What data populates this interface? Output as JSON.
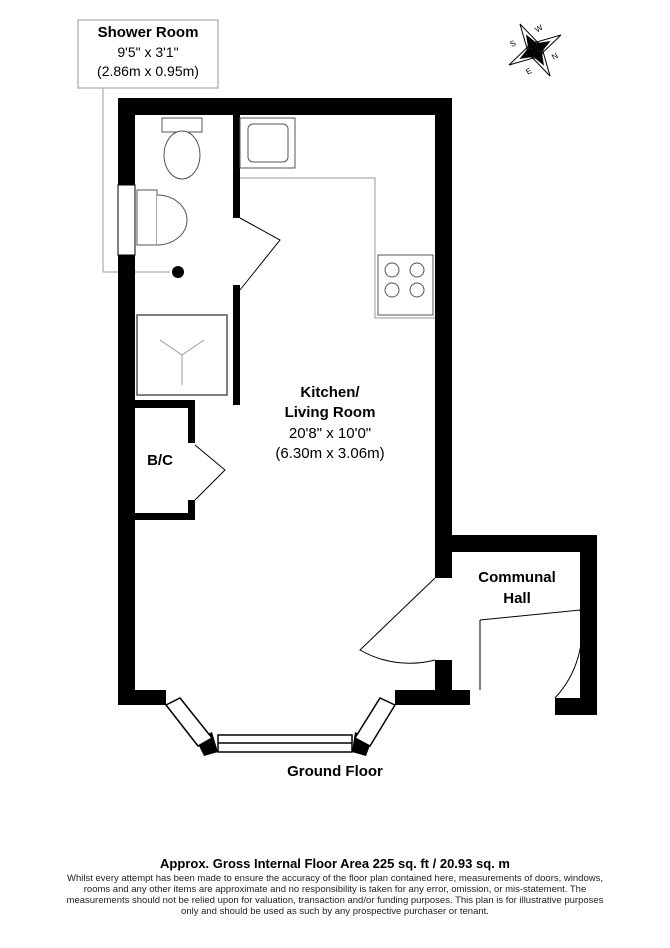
{
  "rooms": {
    "shower": {
      "name": "Shower Room",
      "imperial": "9'5\" x 3'1\"",
      "metric": "(2.86m x 0.95m)"
    },
    "kitchen": {
      "name_line1": "Kitchen/",
      "name_line2": "Living Room",
      "imperial": "20'8\" x 10'0\"",
      "metric": "(6.30m x 3.06m)"
    },
    "bc": {
      "name": "B/C"
    },
    "communal": {
      "name_line1": "Communal",
      "name_line2": "Hall"
    }
  },
  "floor_label": "Ground Floor",
  "compass": {
    "letters": [
      "S",
      "W",
      "E",
      "N"
    ]
  },
  "footer": {
    "area": "Approx. Gross Internal Floor Area 225 sq. ft / 20.93 sq. m",
    "disclaimer_lines": [
      "Whilst every attempt has been made to ensure the accuracy of the floor plan contained here, measurements of doors, windows,",
      "rooms and any other items are approximate and no responsibility is taken for any error, omission, or mis-statement. The",
      "measurements should not be relied upon for valuation, transaction and/or funding purposes. This plan is for illustrative purposes",
      "only and should be used as such by any prospective purchaser or tenant."
    ]
  }
}
